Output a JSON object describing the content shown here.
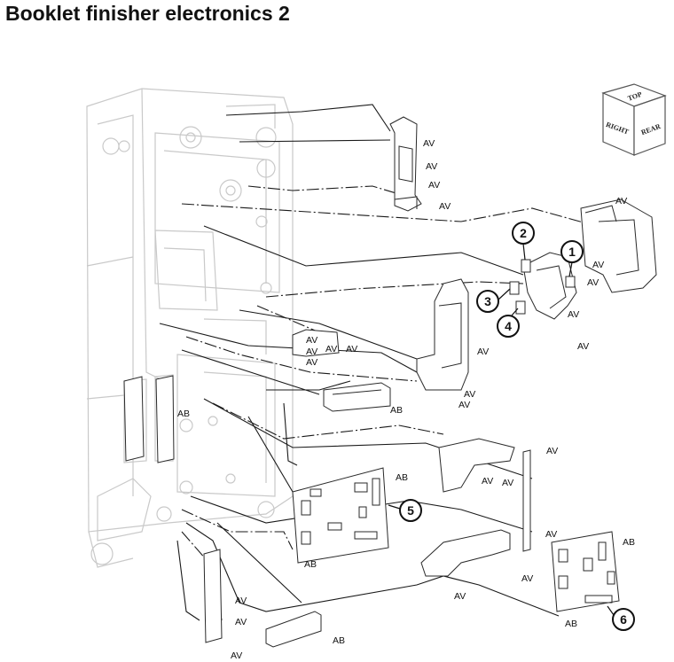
{
  "page": {
    "title": "Booklet finisher electronics 2"
  },
  "orientation_cube": {
    "top": "TOP",
    "right": "RIGHT",
    "rear": "REAR"
  },
  "callouts": [
    {
      "id": "callout-1",
      "number": "1"
    },
    {
      "id": "callout-2",
      "number": "2"
    },
    {
      "id": "callout-3",
      "number": "3"
    },
    {
      "id": "callout-4",
      "number": "4"
    },
    {
      "id": "callout-5",
      "number": "5"
    },
    {
      "id": "callout-6",
      "number": "6"
    }
  ],
  "labels": {
    "av": "AV",
    "ab": "AB"
  }
}
